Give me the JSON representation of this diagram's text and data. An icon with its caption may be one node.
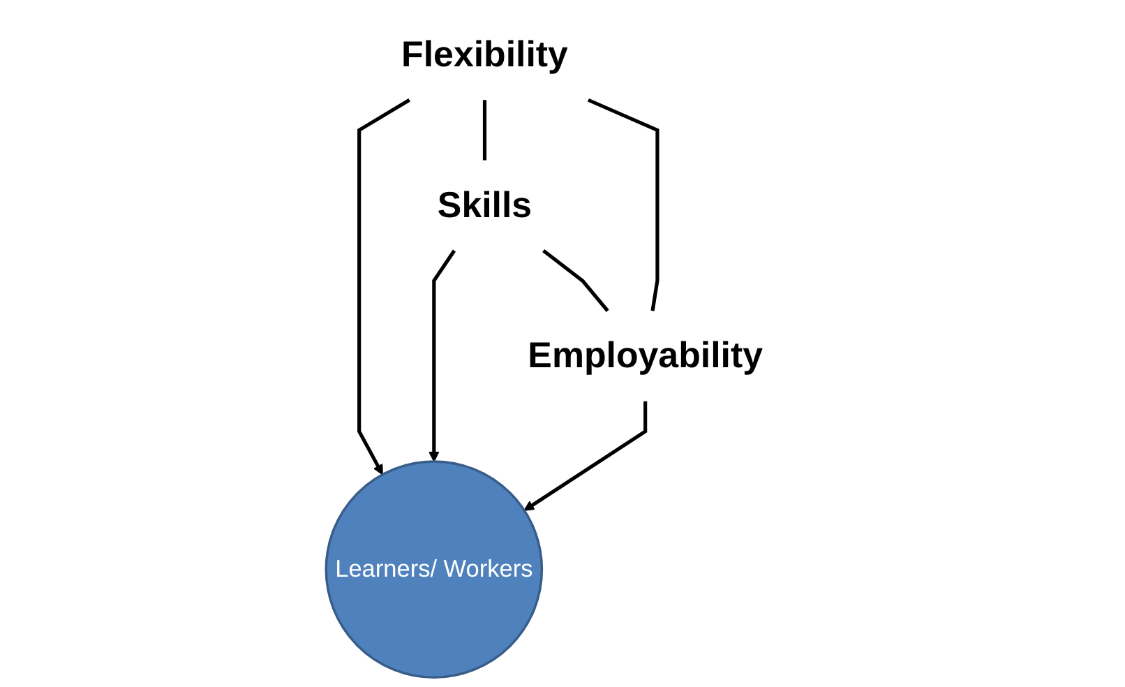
{
  "diagram": {
    "nodes": [
      {
        "text": [
          "Flexibility"
        ]
      },
      {
        "text": [
          "Learners/ Workers"
        ]
      },
      {
        "text": [
          "Skills"
        ]
      },
      {
        "text": [
          "Employability"
        ]
      }
    ],
    "edges": [
      {
        "from": 0,
        "to": 1,
        "arrow": "to"
      },
      {
        "from": 2,
        "to": 1,
        "arrow": "to"
      },
      {
        "from": 3,
        "to": 1,
        "arrow": "to"
      },
      {
        "from": 0,
        "to": 2,
        "arrow": "none"
      },
      {
        "from": 0,
        "to": 3,
        "arrow": "none"
      },
      {
        "from": 2,
        "to": 3,
        "arrow": "none"
      }
    ]
  }
}
